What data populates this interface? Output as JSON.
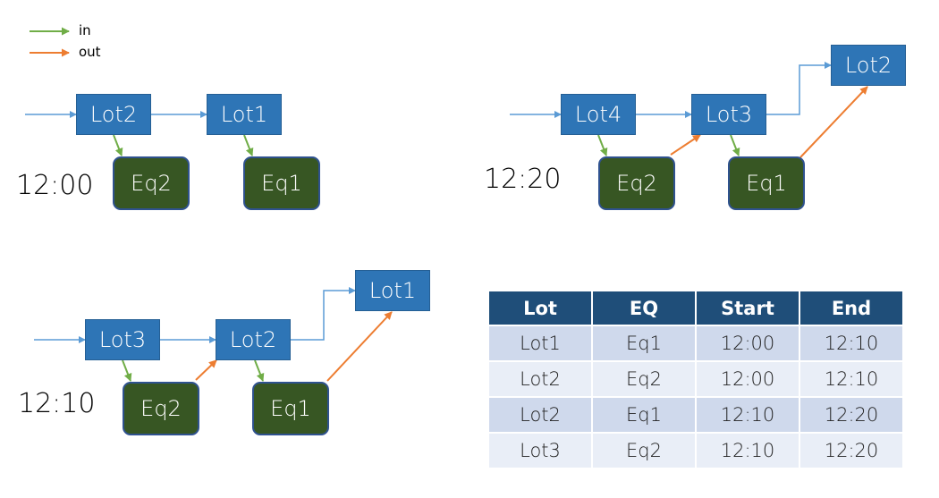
{
  "legend": {
    "in_label": "in",
    "out_label": "out",
    "in_color": "#70ad47",
    "out_color": "#ed7d31"
  },
  "colors": {
    "lot_fill": "#2e75b6",
    "eq_fill": "#375623",
    "flow_line": "#5b9bd5",
    "table_header": "#1f4e79"
  },
  "panels": {
    "t1200": {
      "time": "12:00",
      "lots": [
        "Lot2",
        "Lot1"
      ],
      "eqs": [
        "Eq2",
        "Eq1"
      ]
    },
    "t1220": {
      "time": "12:20",
      "lots": [
        "Lot4",
        "Lot3",
        "Lot2"
      ],
      "eqs": [
        "Eq2",
        "Eq1"
      ]
    },
    "t1210": {
      "time": "12:10",
      "lots": [
        "Lot3",
        "Lot2",
        "Lot1"
      ],
      "eqs": [
        "Eq2",
        "Eq1"
      ]
    }
  },
  "table": {
    "headers": [
      "Lot",
      "EQ",
      "Start",
      "End"
    ],
    "rows": [
      [
        "Lot1",
        "Eq1",
        "12:00",
        "12:10"
      ],
      [
        "Lot2",
        "Eq2",
        "12:00",
        "12:10"
      ],
      [
        "Lot2",
        "Eq1",
        "12:10",
        "12:20"
      ],
      [
        "Lot3",
        "Eq2",
        "12:10",
        "12:20"
      ]
    ]
  }
}
